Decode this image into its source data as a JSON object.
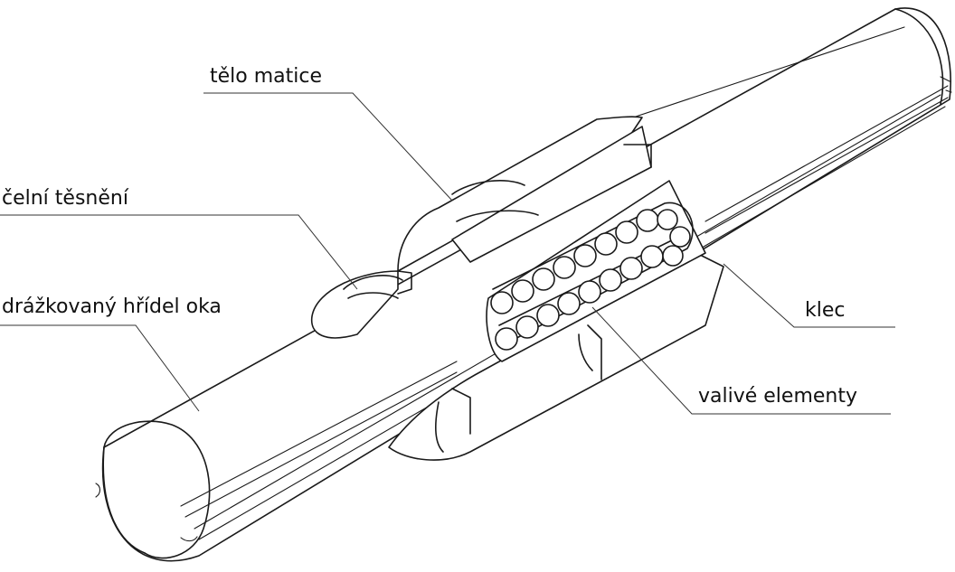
{
  "labels": {
    "nut_body": "tělo matice",
    "face_seal": "čelní těsnění",
    "splined_shaft": "drážkovaný hřídel oka",
    "cage": "klec",
    "rolling_elements": "valivé elementy"
  },
  "colors": {
    "line": "#1a1a1a",
    "background": "#ffffff"
  }
}
